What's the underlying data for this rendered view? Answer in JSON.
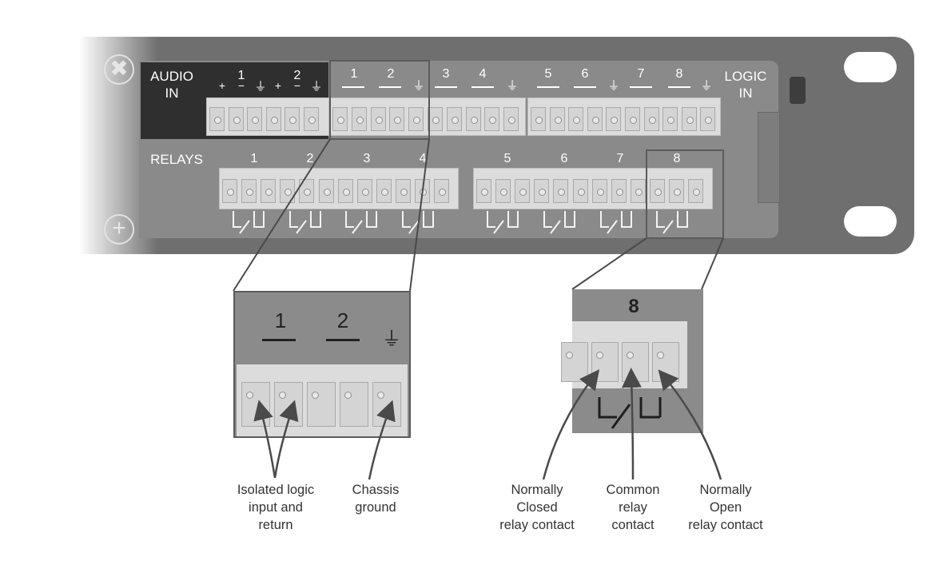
{
  "panel": {
    "audio_in_label_line1": "AUDIO",
    "audio_in_label_line2": "IN",
    "audio_in_symbols": [
      "+",
      "1",
      "−",
      "⏚",
      "+",
      "2",
      "−",
      "⏚"
    ],
    "logic_in_label_line1": "LOGIC",
    "logic_in_label_line2": "IN",
    "logic_numbers": [
      "1",
      "2",
      "3",
      "4",
      "5",
      "6",
      "7",
      "8"
    ],
    "ground_symbol": "⏚",
    "relays_label": "RELAYS",
    "relay_numbers": [
      "1",
      "2",
      "3",
      "4",
      "5",
      "6",
      "7",
      "8"
    ]
  },
  "zoom_logic": {
    "numbers": [
      "1",
      "2"
    ],
    "ground_symbol": "⏚"
  },
  "zoom_relay": {
    "number": "8"
  },
  "callouts": {
    "isolated_logic": [
      "Isolated logic",
      "input and",
      "return"
    ],
    "chassis_ground": [
      "Chassis",
      "ground"
    ],
    "normally_closed": [
      "Normally",
      "Closed",
      "relay contact"
    ],
    "common_relay": [
      "Common",
      "relay",
      "contact"
    ],
    "normally_open": [
      "Normally",
      "Open",
      "relay contact"
    ]
  },
  "colors": {
    "chassis": "#7b7b7b",
    "panel": "#8c8c8c",
    "audio_box": "#2f2f2f",
    "terminal": "#d8d8d8"
  }
}
